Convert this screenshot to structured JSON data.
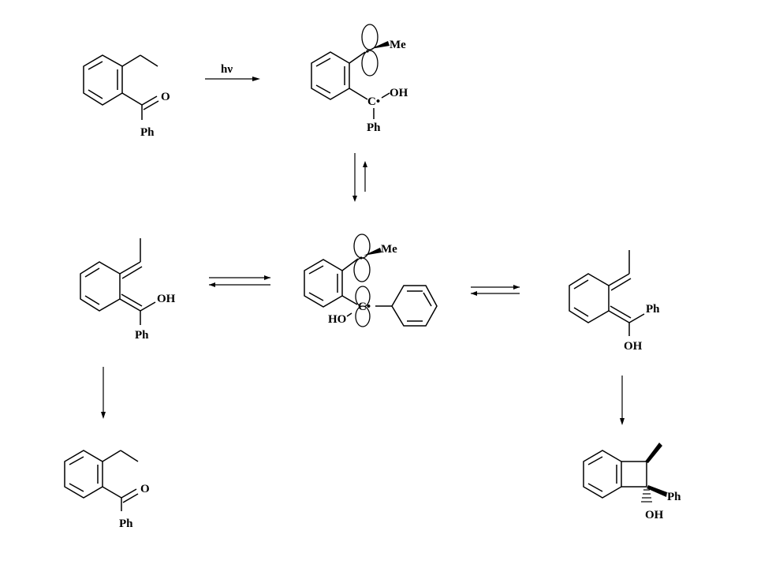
{
  "scheme": {
    "arrow_label_hv": "hν",
    "labels": {
      "Ph": "Ph",
      "O": "O",
      "OH": "OH",
      "HO": "HO",
      "Me": "Me",
      "C_radical": "C•"
    }
  }
}
